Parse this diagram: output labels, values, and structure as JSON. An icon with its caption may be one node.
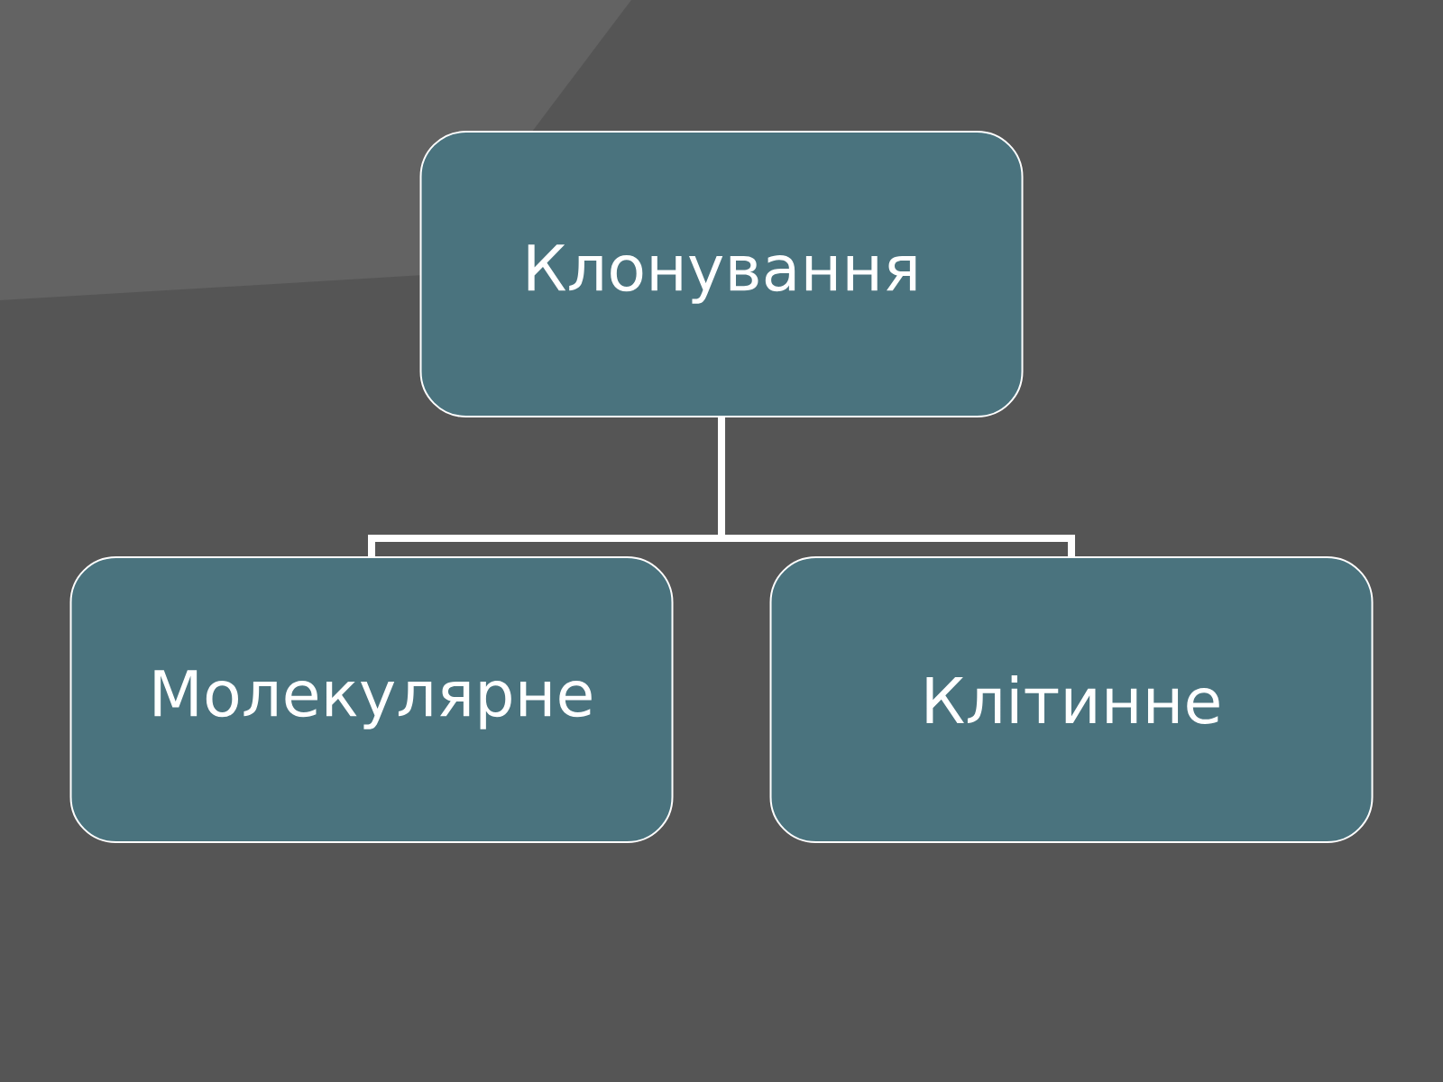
{
  "diagram": {
    "nodes": [
      {
        "text": [
          "Клонування"
        ]
      },
      {
        "text": [
          "Молекулярне"
        ]
      },
      {
        "text": [
          "Клітинне"
        ]
      }
    ],
    "edges": [
      {
        "from": 0,
        "to": 1,
        "arrow": "none"
      },
      {
        "from": 0,
        "to": 2,
        "arrow": "none"
      }
    ]
  }
}
